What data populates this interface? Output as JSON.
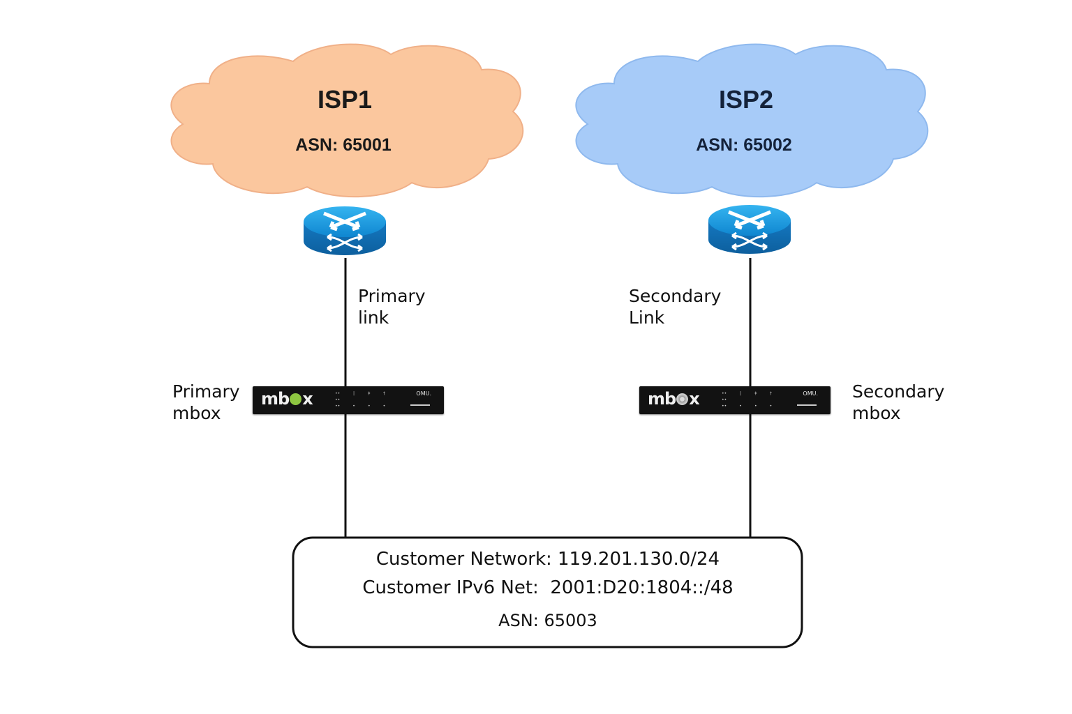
{
  "title": "Dual-homed BGP multihoming topology",
  "isps": [
    {
      "name": "ISP1",
      "asn_label": "ASN: 65001",
      "color": "#fbc79e",
      "edge": "#f0b088"
    },
    {
      "name": "ISP2",
      "asn_label": "ASN: 65002",
      "color": "#a7cbf8",
      "edge": "#8fb9ee"
    }
  ],
  "routers": [
    {
      "name": "isp1-router",
      "icon": "router-icon",
      "color": "#1b8fd6"
    },
    {
      "name": "isp2-router",
      "icon": "router-icon",
      "color": "#1b8fd6"
    }
  ],
  "links": [
    {
      "label_line1": "Primary",
      "label_line2": "link"
    },
    {
      "label_line1": "Secondary",
      "label_line2": "Link"
    }
  ],
  "mboxes": [
    {
      "brand": "mbox",
      "label_line1": "Primary",
      "label_line2": "mbox",
      "panel_text": "OMU."
    },
    {
      "brand": "mbox",
      "label_line1": "Secondary",
      "label_line2": "mbox",
      "panel_text": "OMU."
    }
  ],
  "customer": {
    "network": "Customer Network: 119.201.130.0/24",
    "ipv6": "Customer IPv6 Net:  2001:D20:1804::/48",
    "asn": "ASN: 65003"
  }
}
